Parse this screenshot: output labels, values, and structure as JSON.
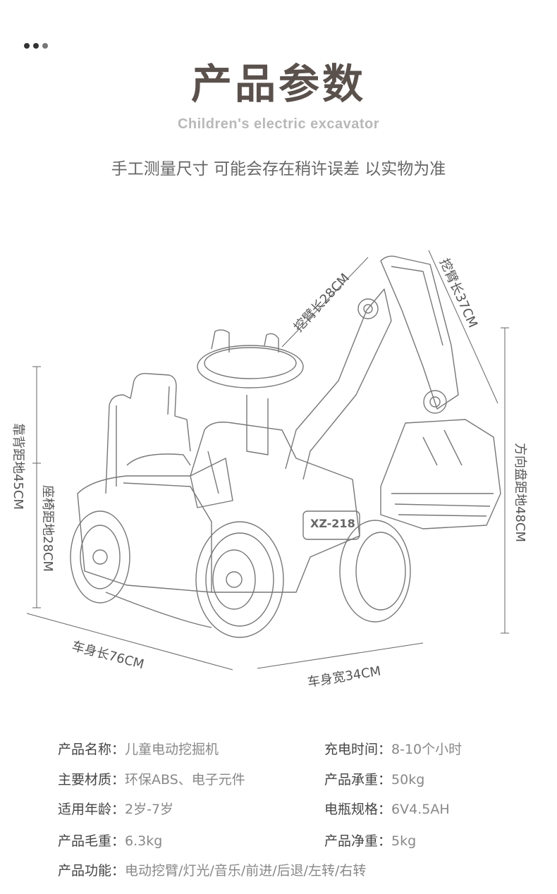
{
  "header": {
    "title": "产品参数",
    "subtitle": "Children's electric excavator",
    "note": "手工测量尺寸 可能会存在稍许误差 以实物为准"
  },
  "dimensions": {
    "arm_a": "挖臂长28CM",
    "arm_b": "挖臂长37CM",
    "wheel_height": "方向盘距地48CM",
    "back_height": "靠背距地45CM",
    "seat_height": "座椅距地28CM",
    "length": "车身长76CM",
    "width": "车身宽34CM",
    "badge": "XZ-218"
  },
  "specs": [
    {
      "label": "产品名称：",
      "value": "儿童电动挖掘机"
    },
    {
      "label": "充电时间：",
      "value": "8-10个小时"
    },
    {
      "label": "主要材质：",
      "value": "环保ABS、电子元件"
    },
    {
      "label": "产品承重：",
      "value": "50kg"
    },
    {
      "label": "适用年龄：",
      "value": "2岁-7岁"
    },
    {
      "label": "电瓶规格：",
      "value": "6V4.5AH"
    },
    {
      "label": "产品毛重：",
      "value": "6.3kg"
    },
    {
      "label": "产品净重：",
      "value": "5kg"
    },
    {
      "label": "产品功能：",
      "value": "电动挖臂/灯光/音乐/前进/后退/左转/右转"
    }
  ]
}
